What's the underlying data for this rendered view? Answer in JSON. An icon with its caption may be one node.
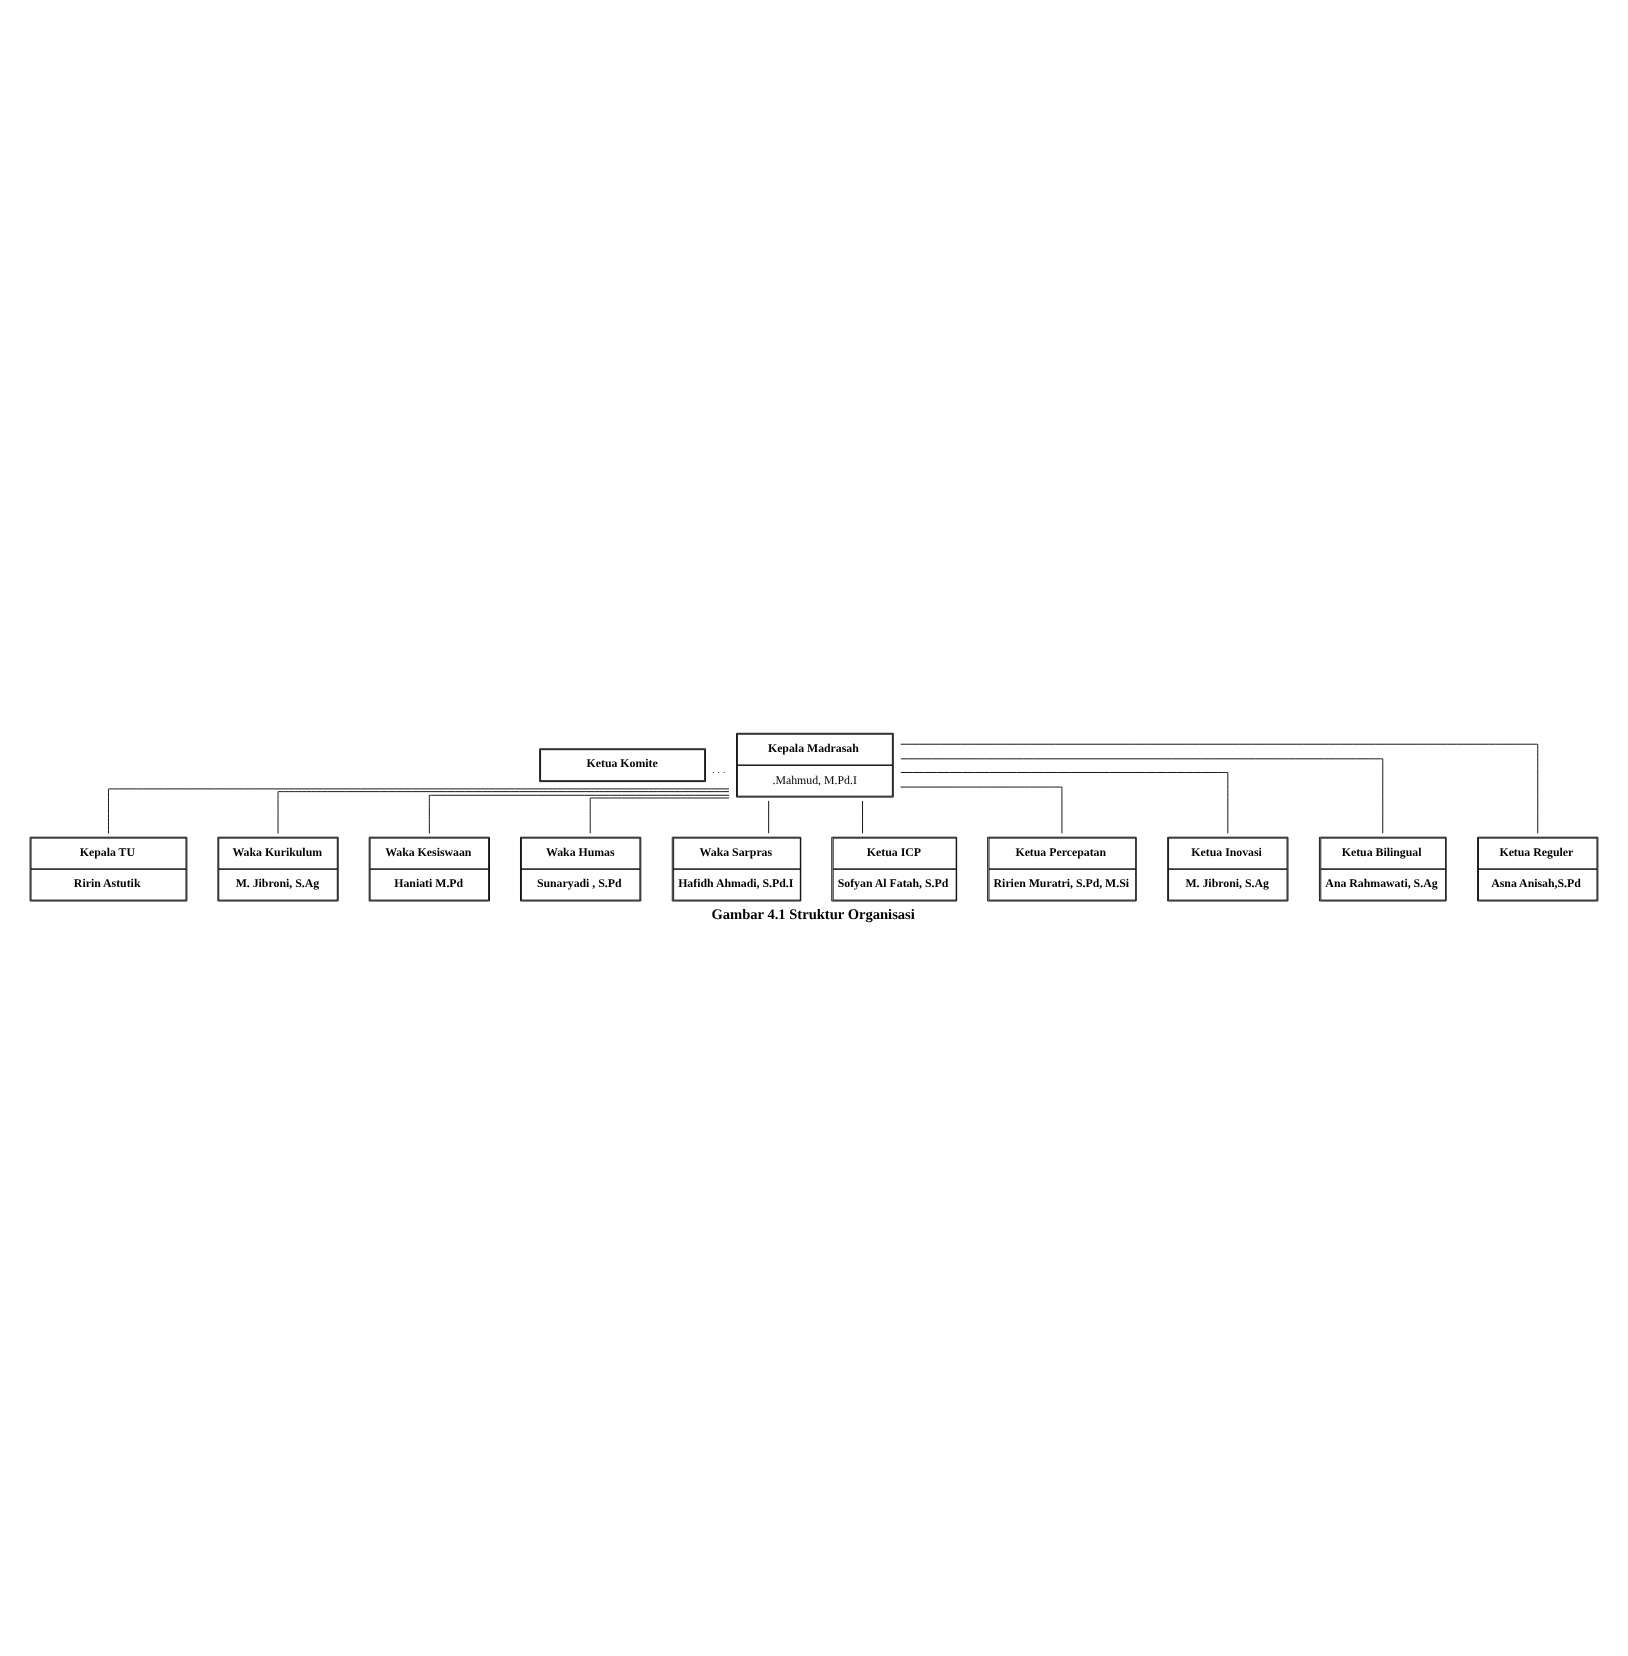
{
  "diagram": {
    "caption": "Gambar 4.1 Struktur Organisasi",
    "nodes": [
      {
        "text": [
          "Ketua Komite"
        ]
      },
      {
        "text": [
          "Kepala Madrasah",
          ".Mahmud, M.Pd.I"
        ]
      },
      {
        "text": [
          "Kepala TU",
          "Ririn Astutik"
        ]
      },
      {
        "text": [
          "Waka Kurikulum",
          "M. Jibroni, S.Ag"
        ]
      },
      {
        "text": [
          "Waka Kesiswaan",
          "Haniati M.Pd"
        ]
      },
      {
        "text": [
          "Waka Humas",
          "Sunaryadi , S.Pd"
        ]
      },
      {
        "text": [
          "Waka Sarpras",
          "Hafidh Ahmadi, S.Pd.I"
        ]
      },
      {
        "text": [
          "Ketua ICP",
          "Sofyan Al Fatah, S.Pd"
        ]
      },
      {
        "text": [
          "Ketua Percepatan",
          "Ririen Muratri, S.Pd, M.Si"
        ]
      },
      {
        "text": [
          "Ketua Inovasi",
          "M. Jibroni, S.Ag"
        ]
      },
      {
        "text": [
          "Ketua Bilingual",
          "Ana Rahmawati, S.Ag"
        ]
      },
      {
        "text": [
          "Ketua Reguler",
          "Asna Anisah,S.Pd"
        ]
      }
    ],
    "edges": [
      {
        "from": 0,
        "to": 1,
        "arrow": "none",
        "style": "dashed"
      },
      {
        "from": 1,
        "to": 2,
        "arrow": "none"
      },
      {
        "from": 1,
        "to": 3,
        "arrow": "none"
      },
      {
        "from": 1,
        "to": 4,
        "arrow": "none"
      },
      {
        "from": 1,
        "to": 5,
        "arrow": "none"
      },
      {
        "from": 1,
        "to": 6,
        "arrow": "none"
      },
      {
        "from": 1,
        "to": 7,
        "arrow": "none"
      },
      {
        "from": 1,
        "to": 8,
        "arrow": "none"
      },
      {
        "from": 1,
        "to": 9,
        "arrow": "none"
      },
      {
        "from": 1,
        "to": 10,
        "arrow": "none"
      },
      {
        "from": 1,
        "to": 11,
        "arrow": "none"
      }
    ]
  }
}
